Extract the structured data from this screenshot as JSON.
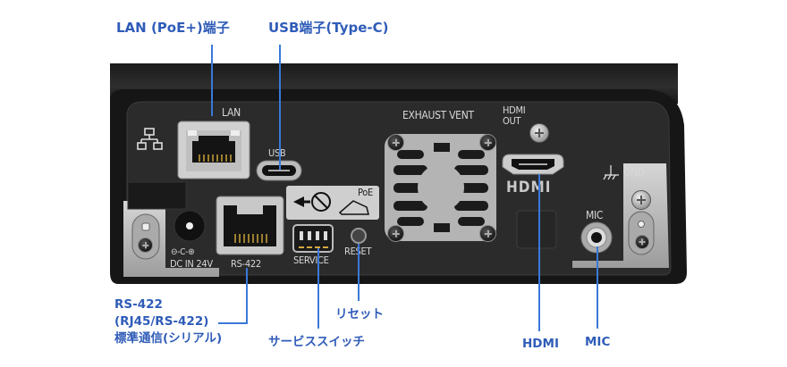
{
  "callouts": {
    "lan": "LAN (PoE+)端子",
    "usb": "USB端子(Type-C)",
    "rs422_line1": "RS-422",
    "rs422_line2": "(RJ45/RS-422)",
    "rs422_line3": "標準通信(シリアル)",
    "service": "サービススイッチ",
    "reset": "リセット",
    "hdmi": "HDMI",
    "mic": "MIC"
  },
  "device_labels": {
    "lan": "LAN",
    "usb": "USB",
    "exhaust": "EXHAUST VENT",
    "hdmi_out_1": "HDMI",
    "hdmi_out_2": "OUT",
    "hdmi_logo": "HDMI",
    "gnd": "GND",
    "mic": "MIC",
    "poe": "PoE",
    "dc_symbols": "⊖-C-⊕",
    "dc_in": "DC IN 24V",
    "rs422": "RS-422",
    "service": "SERVICE",
    "reset": "RESET"
  },
  "colors": {
    "callout_text": "#2f5cb8",
    "leader_line": "#3a78d8",
    "device_body": "#1f1f1f",
    "panel": "#2a2a2b",
    "silver": "#bdbdbd"
  }
}
